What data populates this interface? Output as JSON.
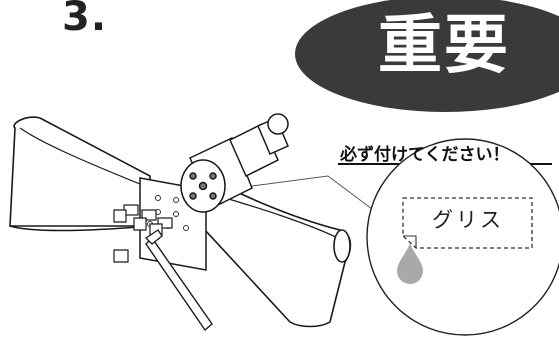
{
  "step_number": "3.",
  "badge": "重要",
  "warning": "必ず付けてください！",
  "callout_label": "グリス",
  "colors": {
    "badge_bg": "#3a3a3a",
    "grease_drop": "#a9a9a9",
    "line": "#1a1a1a"
  }
}
